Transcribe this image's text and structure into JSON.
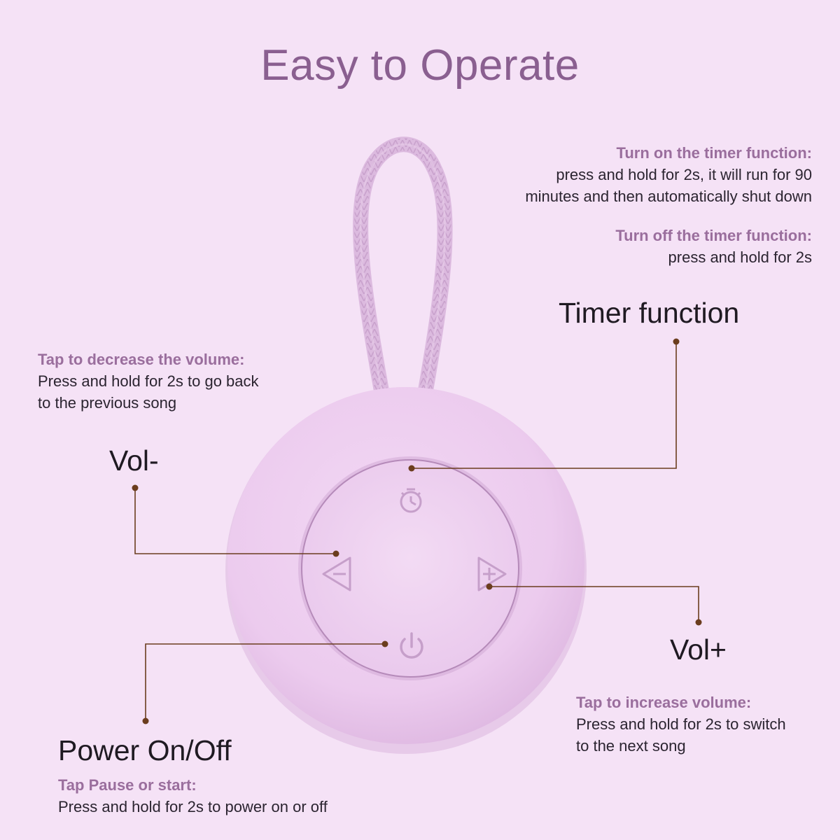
{
  "title": "Easy to Operate",
  "timer_info": {
    "on_heading": "Turn on the timer function:",
    "on_line1": "press and hold for 2s, it will run for 90",
    "on_line2": "minutes and then automatically shut down",
    "off_heading": "Turn off the timer function:",
    "off_line1": "press and hold for 2s"
  },
  "timer_label": "Timer function",
  "vol_minus": {
    "heading": "Tap to decrease the volume:",
    "line1": "Press and hold for 2s to go back",
    "line2": "to the previous song",
    "label": "Vol-"
  },
  "vol_plus": {
    "label": "Vol+",
    "heading": "Tap to increase volume:",
    "line1": "Press and hold for 2s to switch",
    "line2": "to the next song"
  },
  "power": {
    "label": "Power On/Off",
    "heading": "Tap Pause or start:",
    "line1": "Press and hold for 2s to power on or off"
  },
  "colors": {
    "background": "#f5e2f6",
    "title": "#8a5f90",
    "accent_text": "#9a6e9d",
    "leader_line": "#6b3d1e",
    "device": "#eccbee"
  },
  "icons": [
    "timer-icon",
    "vol-minus-icon",
    "vol-plus-icon",
    "power-icon"
  ]
}
